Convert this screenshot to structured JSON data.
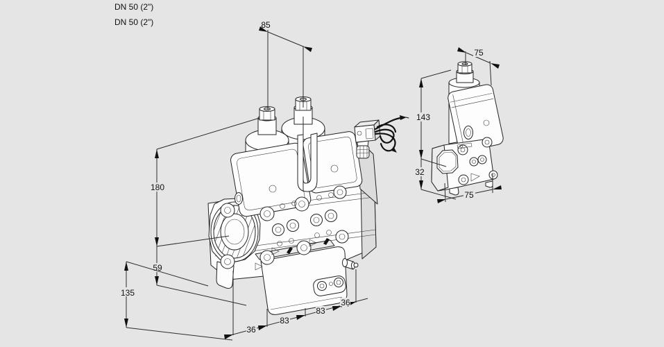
{
  "colors": {
    "background": "#e5e5e5",
    "line": "#1a1a1a",
    "fill": "#ffffff"
  },
  "port_labels": {
    "line1": "DN 50 (2\")",
    "line2": "DN 50 (2\")"
  },
  "main_valve": {
    "description": "double solenoid valve, isometric technical drawing",
    "dim_actuator_spacing": "85",
    "dim_top_to_center": "180",
    "dim_center_to_body_bottom": "59",
    "dim_center_to_housing_bottom": "135",
    "dim_bottom_left": "36",
    "dim_bottom_mid_left": "83",
    "dim_bottom_mid_right": "83",
    "dim_bottom_right": "36"
  },
  "side_valve": {
    "description": "single solenoid valve, isometric technical drawing",
    "dim_top_width": "75",
    "dim_height": "143",
    "dim_body_height": "32",
    "dim_bottom_width": "75"
  }
}
